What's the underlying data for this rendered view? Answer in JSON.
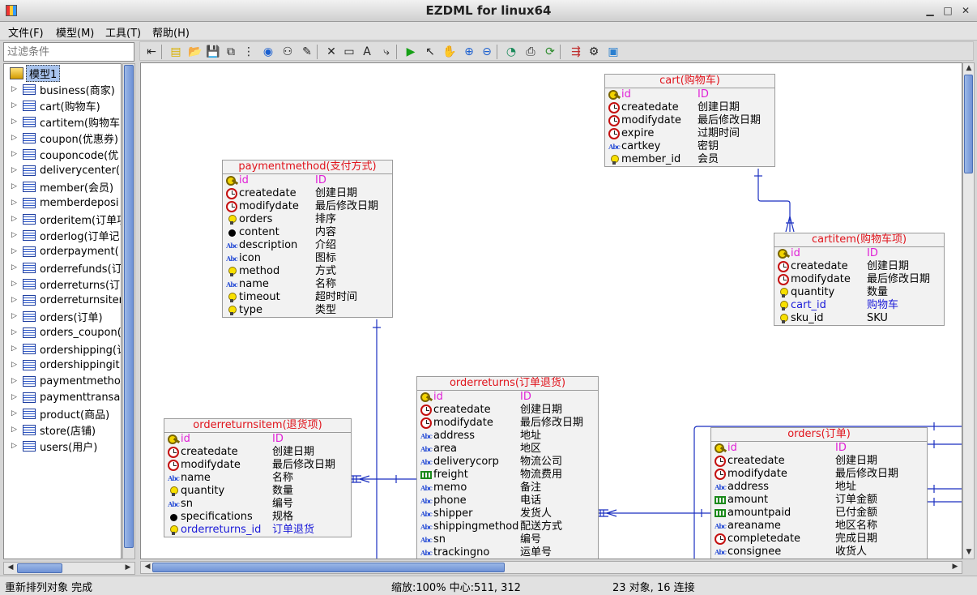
{
  "window": {
    "title": "EZDML for linux64"
  },
  "menu": [
    "文件(F)",
    "模型(M)",
    "工具(T)",
    "帮助(H)"
  ],
  "filter": {
    "placeholder": "过滤条件"
  },
  "tree": {
    "root": "模型1",
    "items": [
      "business(商家)",
      "cart(购物车)",
      "cartitem(购物车",
      "coupon(优惠券)",
      "couponcode(优",
      "deliverycenter(",
      "member(会员)",
      "memberdeposi",
      "orderitem(订单项",
      "orderlog(订单记",
      "orderpayment(",
      "orderrefunds(订",
      "orderreturns(订",
      "orderreturnsiter",
      "orders(订单)",
      "orders_coupon(",
      "ordershipping(订",
      "ordershippingit",
      "paymentmetho",
      "paymenttransa",
      "product(商品)",
      "store(店铺)",
      "users(用户)"
    ]
  },
  "toolbar_icons": [
    "panel-toggle-icon",
    "new-icon",
    "open-icon",
    "save-icon",
    "save-as-icon",
    "arrange-icon",
    "globe-icon",
    "binoculars-icon",
    "edit-icon",
    "delete-icon",
    "entity-icon",
    "text-icon",
    "link-icon",
    "run-icon",
    "pointer-icon",
    "hand-icon",
    "zoom-in-icon",
    "zoom-out-icon",
    "eye-icon",
    "print-icon",
    "refresh-icon",
    "export-icon",
    "settings-icon",
    "image-icon"
  ],
  "entities": {
    "cart": {
      "title": "cart(购物车)",
      "fields": [
        {
          "icon": "key",
          "name": "id",
          "comment": "ID",
          "style": "pk"
        },
        {
          "icon": "clock",
          "name": "createdate",
          "comment": "创建日期"
        },
        {
          "icon": "clock",
          "name": "modifydate",
          "comment": "最后修改日期"
        },
        {
          "icon": "clock",
          "name": "expire",
          "comment": "过期时间"
        },
        {
          "icon": "abc",
          "name": "cartkey",
          "comment": "密钥"
        },
        {
          "icon": "bulb",
          "name": "member_id",
          "comment": "会员"
        }
      ]
    },
    "paymentmethod": {
      "title": "paymentmethod(支付方式)",
      "fields": [
        {
          "icon": "key",
          "name": "id",
          "comment": "ID",
          "style": "pk"
        },
        {
          "icon": "clock",
          "name": "createdate",
          "comment": "创建日期"
        },
        {
          "icon": "clock",
          "name": "modifydate",
          "comment": "最后修改日期"
        },
        {
          "icon": "bulb",
          "name": "orders",
          "comment": "排序"
        },
        {
          "icon": "dot",
          "name": "content",
          "comment": "内容"
        },
        {
          "icon": "abc",
          "name": "description",
          "comment": "介绍"
        },
        {
          "icon": "abc",
          "name": "icon",
          "comment": "图标"
        },
        {
          "icon": "bulb",
          "name": "method",
          "comment": "方式"
        },
        {
          "icon": "abc",
          "name": "name",
          "comment": "名称"
        },
        {
          "icon": "bulb",
          "name": "timeout",
          "comment": "超时时间"
        },
        {
          "icon": "bulb",
          "name": "type",
          "comment": "类型"
        }
      ]
    },
    "cartitem": {
      "title": "cartitem(购物车项)",
      "fields": [
        {
          "icon": "key",
          "name": "id",
          "comment": "ID",
          "style": "pk"
        },
        {
          "icon": "clock",
          "name": "createdate",
          "comment": "创建日期"
        },
        {
          "icon": "clock",
          "name": "modifydate",
          "comment": "最后修改日期"
        },
        {
          "icon": "bulb",
          "name": "quantity",
          "comment": "数量"
        },
        {
          "icon": "bulb",
          "name": "cart_id",
          "comment": "购物车",
          "style": "fk"
        },
        {
          "icon": "bulb",
          "name": "sku_id",
          "comment": "SKU"
        }
      ]
    },
    "orderreturns": {
      "title": "orderreturns(订单退货)",
      "fields": [
        {
          "icon": "key",
          "name": "id",
          "comment": "ID",
          "style": "pk"
        },
        {
          "icon": "clock",
          "name": "createdate",
          "comment": "创建日期"
        },
        {
          "icon": "clock",
          "name": "modifydate",
          "comment": "最后修改日期"
        },
        {
          "icon": "abc",
          "name": "address",
          "comment": "地址"
        },
        {
          "icon": "abc",
          "name": "area",
          "comment": "地区"
        },
        {
          "icon": "abc",
          "name": "deliverycorp",
          "comment": "物流公司"
        },
        {
          "icon": "num",
          "name": "freight",
          "comment": "物流费用"
        },
        {
          "icon": "abc",
          "name": "memo",
          "comment": "备注"
        },
        {
          "icon": "abc",
          "name": "phone",
          "comment": "电话"
        },
        {
          "icon": "abc",
          "name": "shipper",
          "comment": "发货人"
        },
        {
          "icon": "abc",
          "name": "shippingmethod",
          "comment": "配送方式"
        },
        {
          "icon": "abc",
          "name": "sn",
          "comment": "编号"
        },
        {
          "icon": "abc",
          "name": "trackingno",
          "comment": "运单号"
        }
      ]
    },
    "orderreturnsitem": {
      "title": "orderreturnsitem(退货项)",
      "fields": [
        {
          "icon": "key",
          "name": "id",
          "comment": "ID",
          "style": "pk"
        },
        {
          "icon": "clock",
          "name": "createdate",
          "comment": "创建日期"
        },
        {
          "icon": "clock",
          "name": "modifydate",
          "comment": "最后修改日期"
        },
        {
          "icon": "abc",
          "name": "name",
          "comment": "名称"
        },
        {
          "icon": "bulb",
          "name": "quantity",
          "comment": "数量"
        },
        {
          "icon": "abc",
          "name": "sn",
          "comment": "编号"
        },
        {
          "icon": "dot",
          "name": "specifications",
          "comment": "规格"
        },
        {
          "icon": "bulb",
          "name": "orderreturns_id",
          "comment": "订单退货",
          "style": "fk"
        }
      ]
    },
    "orders": {
      "title": "orders(订单)",
      "fields": [
        {
          "icon": "key",
          "name": "id",
          "comment": "ID",
          "style": "pk"
        },
        {
          "icon": "clock",
          "name": "createdate",
          "comment": "创建日期"
        },
        {
          "icon": "clock",
          "name": "modifydate",
          "comment": "最后修改日期"
        },
        {
          "icon": "abc",
          "name": "address",
          "comment": "地址"
        },
        {
          "icon": "num",
          "name": "amount",
          "comment": "订单金额"
        },
        {
          "icon": "num",
          "name": "amountpaid",
          "comment": "已付金额"
        },
        {
          "icon": "abc",
          "name": "areaname",
          "comment": "地区名称"
        },
        {
          "icon": "clock",
          "name": "completedate",
          "comment": "完成日期"
        },
        {
          "icon": "abc",
          "name": "consignee",
          "comment": "收货人"
        }
      ]
    }
  },
  "status": {
    "left": "重新排列对象 完成",
    "middle": "缩放:100% 中心:511, 312",
    "right": "23 对象, 16 连接"
  },
  "colors": {
    "title_red": "#e0141c",
    "pk": "#e020d6",
    "fk": "#1b1bd8",
    "link": "#1a2fc0"
  }
}
